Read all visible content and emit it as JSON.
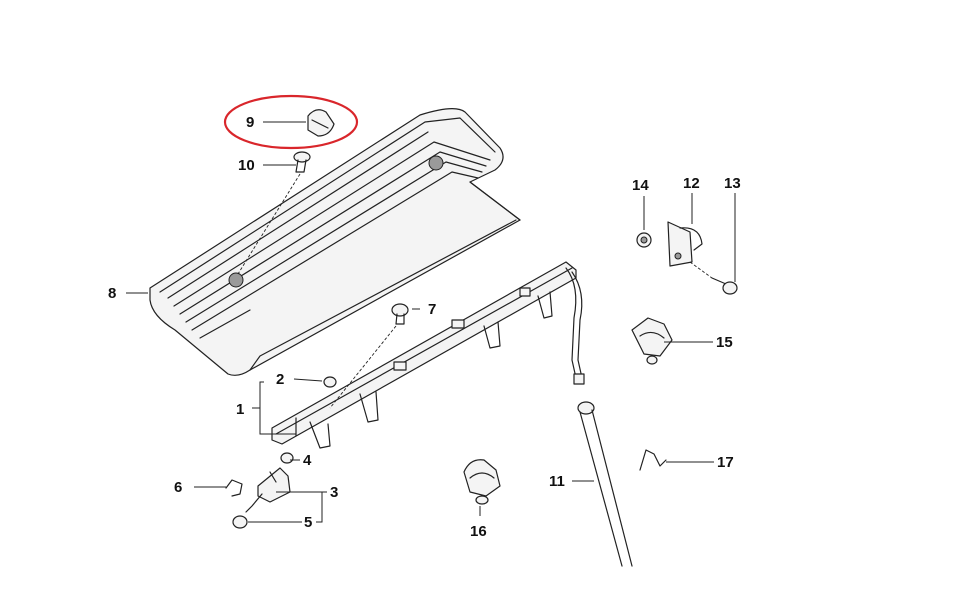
{
  "callouts": {
    "c1": "1",
    "c2": "2",
    "c3": "3",
    "c4": "4",
    "c5": "5",
    "c6": "6",
    "c7": "7",
    "c8": "8",
    "c9": "9",
    "c10": "10",
    "c11": "11",
    "c12": "12",
    "c13": "13",
    "c14": "14",
    "c15": "15",
    "c16": "16",
    "c17": "17"
  },
  "colors": {
    "highlight": "#d9262b",
    "line": "#222222"
  }
}
